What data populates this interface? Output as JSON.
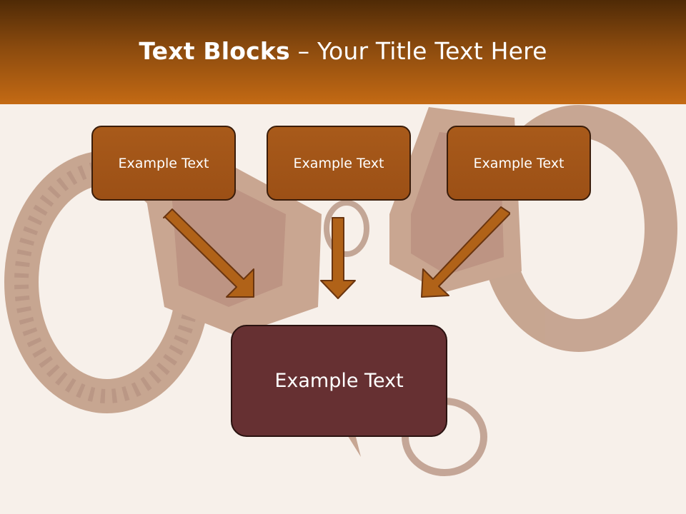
{
  "header": {
    "title_bold": "Text Blocks",
    "title_rest": " – Your Title Text Here"
  },
  "diagram": {
    "top_boxes": [
      {
        "label": "Example Text"
      },
      {
        "label": "Example Text"
      },
      {
        "label": "Example Text"
      }
    ],
    "bottom_box": {
      "label": "Example Text"
    }
  },
  "colors": {
    "header_dark": "#4f2a06",
    "header_light": "#c46a14",
    "box_fill": "#a85a1a",
    "box_border": "#3b1d0a",
    "bottom_fill": "#663032",
    "arrow_fill": "#b06218",
    "arrow_stroke": "#6a3510",
    "background": "#f6efe9"
  }
}
